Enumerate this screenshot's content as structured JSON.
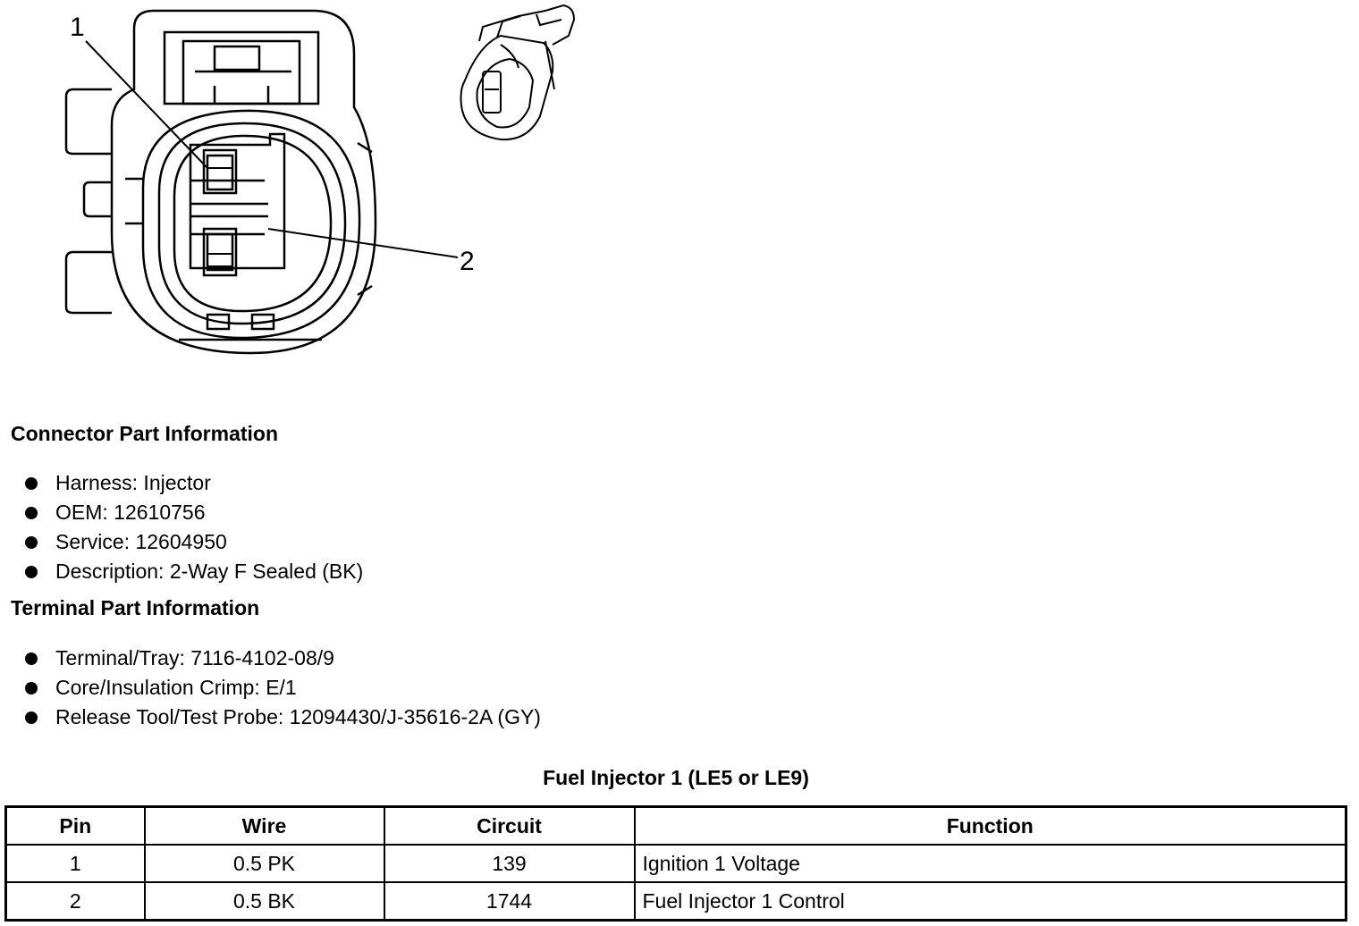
{
  "diagram": {
    "callout_1": "1",
    "callout_2": "2"
  },
  "connector_section": {
    "title": "Connector Part Information",
    "items": [
      "Harness: Injector",
      "OEM: 12610756",
      "Service: 12604950",
      "Description: 2-Way F Sealed (BK)"
    ]
  },
  "terminal_section": {
    "title": "Terminal Part Information",
    "items": [
      "Terminal/Tray: 7116-4102-08/9",
      "Core/Insulation Crimp: E/1",
      "Release Tool/Test Probe: 12094430/J-35616-2A (GY)"
    ]
  },
  "table": {
    "title": "Fuel Injector 1 (LE5 or LE9)",
    "headers": [
      "Pin",
      "Wire",
      "Circuit",
      "Function"
    ],
    "rows": [
      [
        "1",
        "0.5 PK",
        "139",
        "Ignition 1 Voltage"
      ],
      [
        "2",
        "0.5 BK",
        "1744",
        "Fuel Injector 1 Control"
      ]
    ]
  }
}
